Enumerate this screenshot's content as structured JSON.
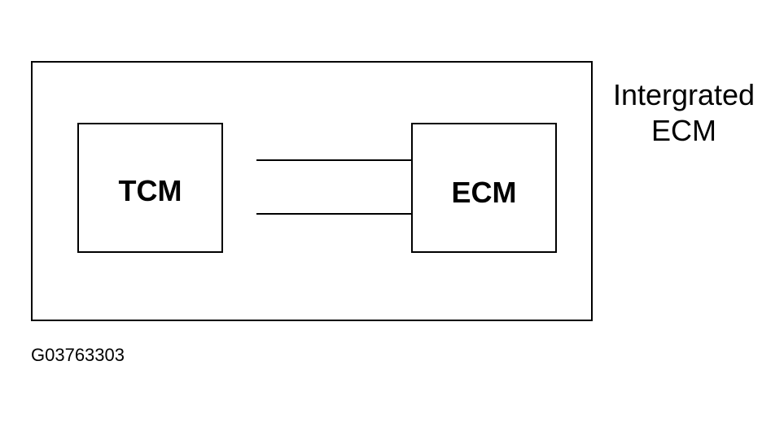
{
  "diagram": {
    "outer_label_line1": "Intergrated",
    "outer_label_line2": "ECM",
    "left_module": "TCM",
    "right_module": "ECM",
    "figure_id": "G03763303"
  }
}
